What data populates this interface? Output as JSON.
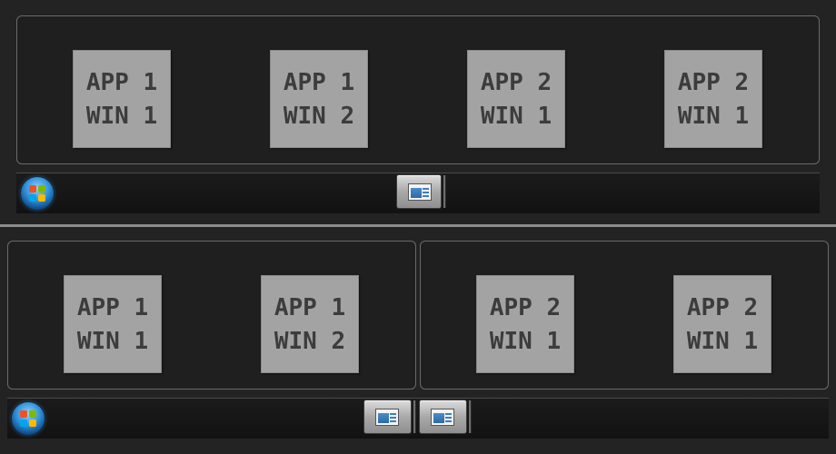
{
  "top": {
    "thumbnails": [
      {
        "line1": "APP 1",
        "line2": "WIN 1"
      },
      {
        "line1": "APP 1",
        "line2": "WIN 2"
      },
      {
        "line1": "APP 2",
        "line2": "WIN 1"
      },
      {
        "line1": "APP 2",
        "line2": "WIN 1"
      }
    ]
  },
  "bottom": {
    "group1": [
      {
        "line1": "APP 1",
        "line2": "WIN 1"
      },
      {
        "line1": "APP 1",
        "line2": "WIN 2"
      }
    ],
    "group2": [
      {
        "line1": "APP 2",
        "line2": "WIN 1"
      },
      {
        "line1": "APP 2",
        "line2": "WIN 1"
      }
    ]
  },
  "icons": {
    "start": "windows-start-orb-icon",
    "taskbar_app": "application-window-icon"
  },
  "colors": {
    "background": "#232323",
    "panel": "#1f1f1f",
    "thumbnail": "#a3a3a3",
    "thumbnail_text": "#3c3c3c",
    "divider": "#8c8c8c"
  }
}
